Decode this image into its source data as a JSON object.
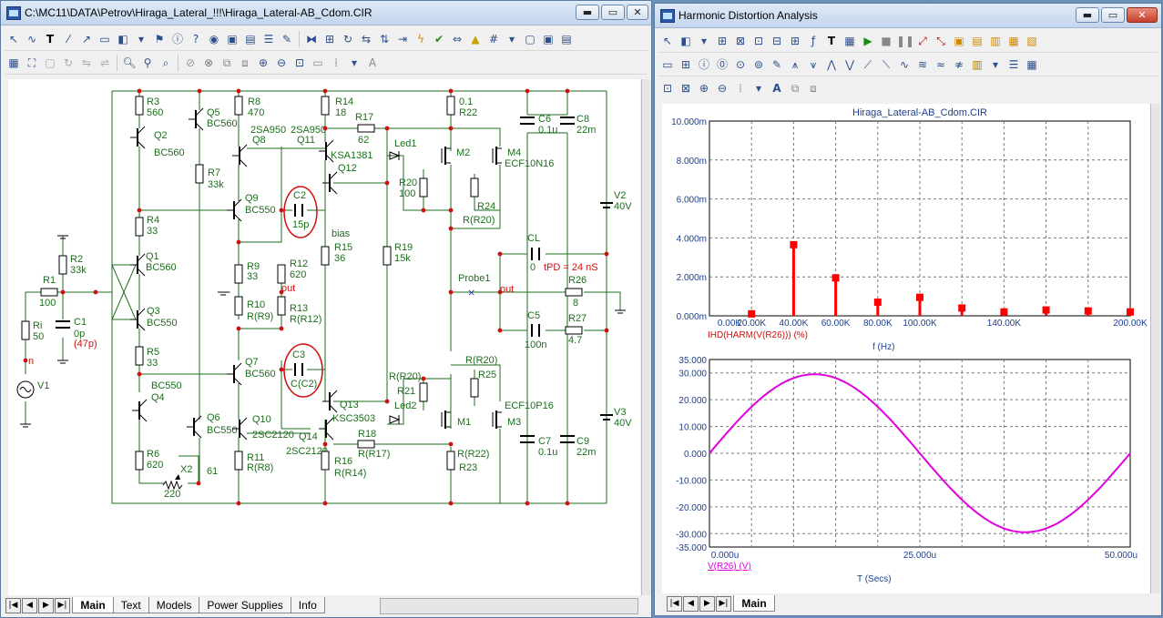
{
  "schematic_window": {
    "title": "C:\\MC11\\DATA\\Petrov\\Hiraga_Lateral_!!!\\Hiraga_Lateral-AB_Cdom.CIR",
    "tabs": [
      "Main",
      "Text",
      "Models",
      "Power Supplies",
      "Info"
    ],
    "active_tab": "Main",
    "labels": {
      "R3": "R3",
      "R3v": "560",
      "Q5": "Q5",
      "Q5m": "BC560",
      "R8": "R8",
      "R8v": "470",
      "R14": "R14",
      "R14v": "18",
      "R22v": "0.1",
      "R22": "R22",
      "C6": "C6",
      "C6v": "0.1u",
      "C8": "C8",
      "C8v": "22m",
      "Q2": "Q2",
      "Q2m": "BC560",
      "Q8m": "2SA950",
      "Q8": "Q8",
      "Q11m": "2SA950",
      "Q11": "Q11",
      "R17": "R17",
      "R17v": "62",
      "Led1": "Led1",
      "M2": "M2",
      "M4": "M4",
      "M4m": "ECF10N16",
      "Q12m": "KSA1381",
      "Q12": "Q12",
      "R7": "R7",
      "R7v": "33k",
      "R20": "R20",
      "R20v": "100",
      "R24": "R24",
      "R24v": "R(R20)",
      "Q9": "Q9",
      "Q9m": "BC550",
      "C2": "C2",
      "C2v": "15p",
      "V2": "V2",
      "V2v": "40V",
      "R4": "R4",
      "R4v": "33",
      "bias": "bias",
      "R15": "R15",
      "R15v": "36",
      "R19": "R19",
      "R19v": "15k",
      "CL": "CL",
      "CLv": "0",
      "tpd": "tPD = 24 nS",
      "R2": "R2",
      "R2v": "33k",
      "Q1": "Q1",
      "Q1m": "BC560",
      "R9": "R9",
      "R9v": "33",
      "R12": "R12",
      "R12v": "620",
      "Probe1": "Probe1",
      "out1": "out",
      "out2": "out",
      "R26": "R26",
      "R26v": "8",
      "R1": "R1",
      "R1v": "100",
      "R10": "R10",
      "R10v": "R(R9)",
      "R13": "R13",
      "R13v": "R(R12)",
      "C1": "C1",
      "C1v": "0p",
      "C1alt": "(47p)",
      "Q3": "Q3",
      "Q3m": "BC550",
      "Ri": "Ri",
      "Riv": "50",
      "n": "n",
      "C5": "C5",
      "C5v": "100n",
      "R27": "R27",
      "R27v": "4.7",
      "R5": "R5",
      "R5v": "33",
      "C3": "C3",
      "C3v": "C(C2)",
      "R25a": "R(R20)",
      "R25": "R25",
      "Q7": "Q7",
      "Q7m": "BC560",
      "R21a": "R(R20)",
      "R21": "R21",
      "V1": "V1",
      "Q4m": "BC550",
      "Q4": "Q4",
      "Q13": "Q13",
      "Q13m": "KSC3503",
      "Led2": "Led2",
      "M1": "M1",
      "M3": "M3",
      "M3m": "ECF10P16",
      "Q6": "Q6",
      "Q6m": "BC550",
      "Q10": "Q10",
      "Q10m": "2SC2120",
      "Q14": "Q14",
      "Q14m": "2SC2120",
      "R18": "R18",
      "R18v": "R(R17)",
      "C7": "C7",
      "C7v": "0.1u",
      "C9": "C9",
      "C9v": "22m",
      "V3": "V3",
      "V3v": "40V",
      "R6": "R6",
      "R6v": "620",
      "X2": "X2",
      "X2v": "61",
      "R11": "R11",
      "R11v": "R(R8)",
      "R16": "R16",
      "R16v": "R(R14)",
      "R22b": "R(R22)",
      "R23": "R23",
      "P220": "220"
    }
  },
  "analysis_window": {
    "title": "Harmonic Distortion Analysis",
    "tabs": [
      "Main"
    ],
    "active_tab": "Main"
  },
  "chart_data": [
    {
      "type": "bar",
      "title": "Hiraga_Lateral-AB_Cdom.CIR",
      "xlabel": "f (Hz)",
      "series_label": "IHD(HARM(V(R26))) (%)",
      "ylim": [
        0,
        10
      ],
      "ytick_labels": [
        "10.000m",
        "8.000m",
        "6.000m",
        "4.000m",
        "2.000m",
        "0.000m"
      ],
      "xlim": [
        0,
        200
      ],
      "xtick_labels": [
        "0.00K",
        "20.00K",
        "40.00K",
        "60.00K",
        "80.00K",
        "100.00K",
        "140.00K",
        "200.00K"
      ],
      "x_khz": [
        20,
        40,
        60,
        80,
        100,
        120,
        140,
        160,
        180,
        200
      ],
      "values_milli_percent": [
        0.1,
        3.65,
        1.95,
        0.7,
        0.95,
        0.4,
        0.2,
        0.3,
        0.25,
        0.2
      ],
      "color": "#ff0000"
    },
    {
      "type": "line",
      "xlabel": "T (Secs)",
      "series_label": "V(R26) (V)",
      "ylim": [
        -35,
        35
      ],
      "ytick_labels": [
        "35.000",
        "30.000",
        "20.000",
        "10.000",
        "0.000",
        "-10.000",
        "-20.000",
        "-30.000",
        "-35.000"
      ],
      "xlim": [
        0,
        50
      ],
      "xtick_labels": [
        "0.000u",
        "25.000u",
        "50.000u"
      ],
      "amplitude_v": 29.5,
      "period_us": 50,
      "color": "#e000e0"
    }
  ]
}
